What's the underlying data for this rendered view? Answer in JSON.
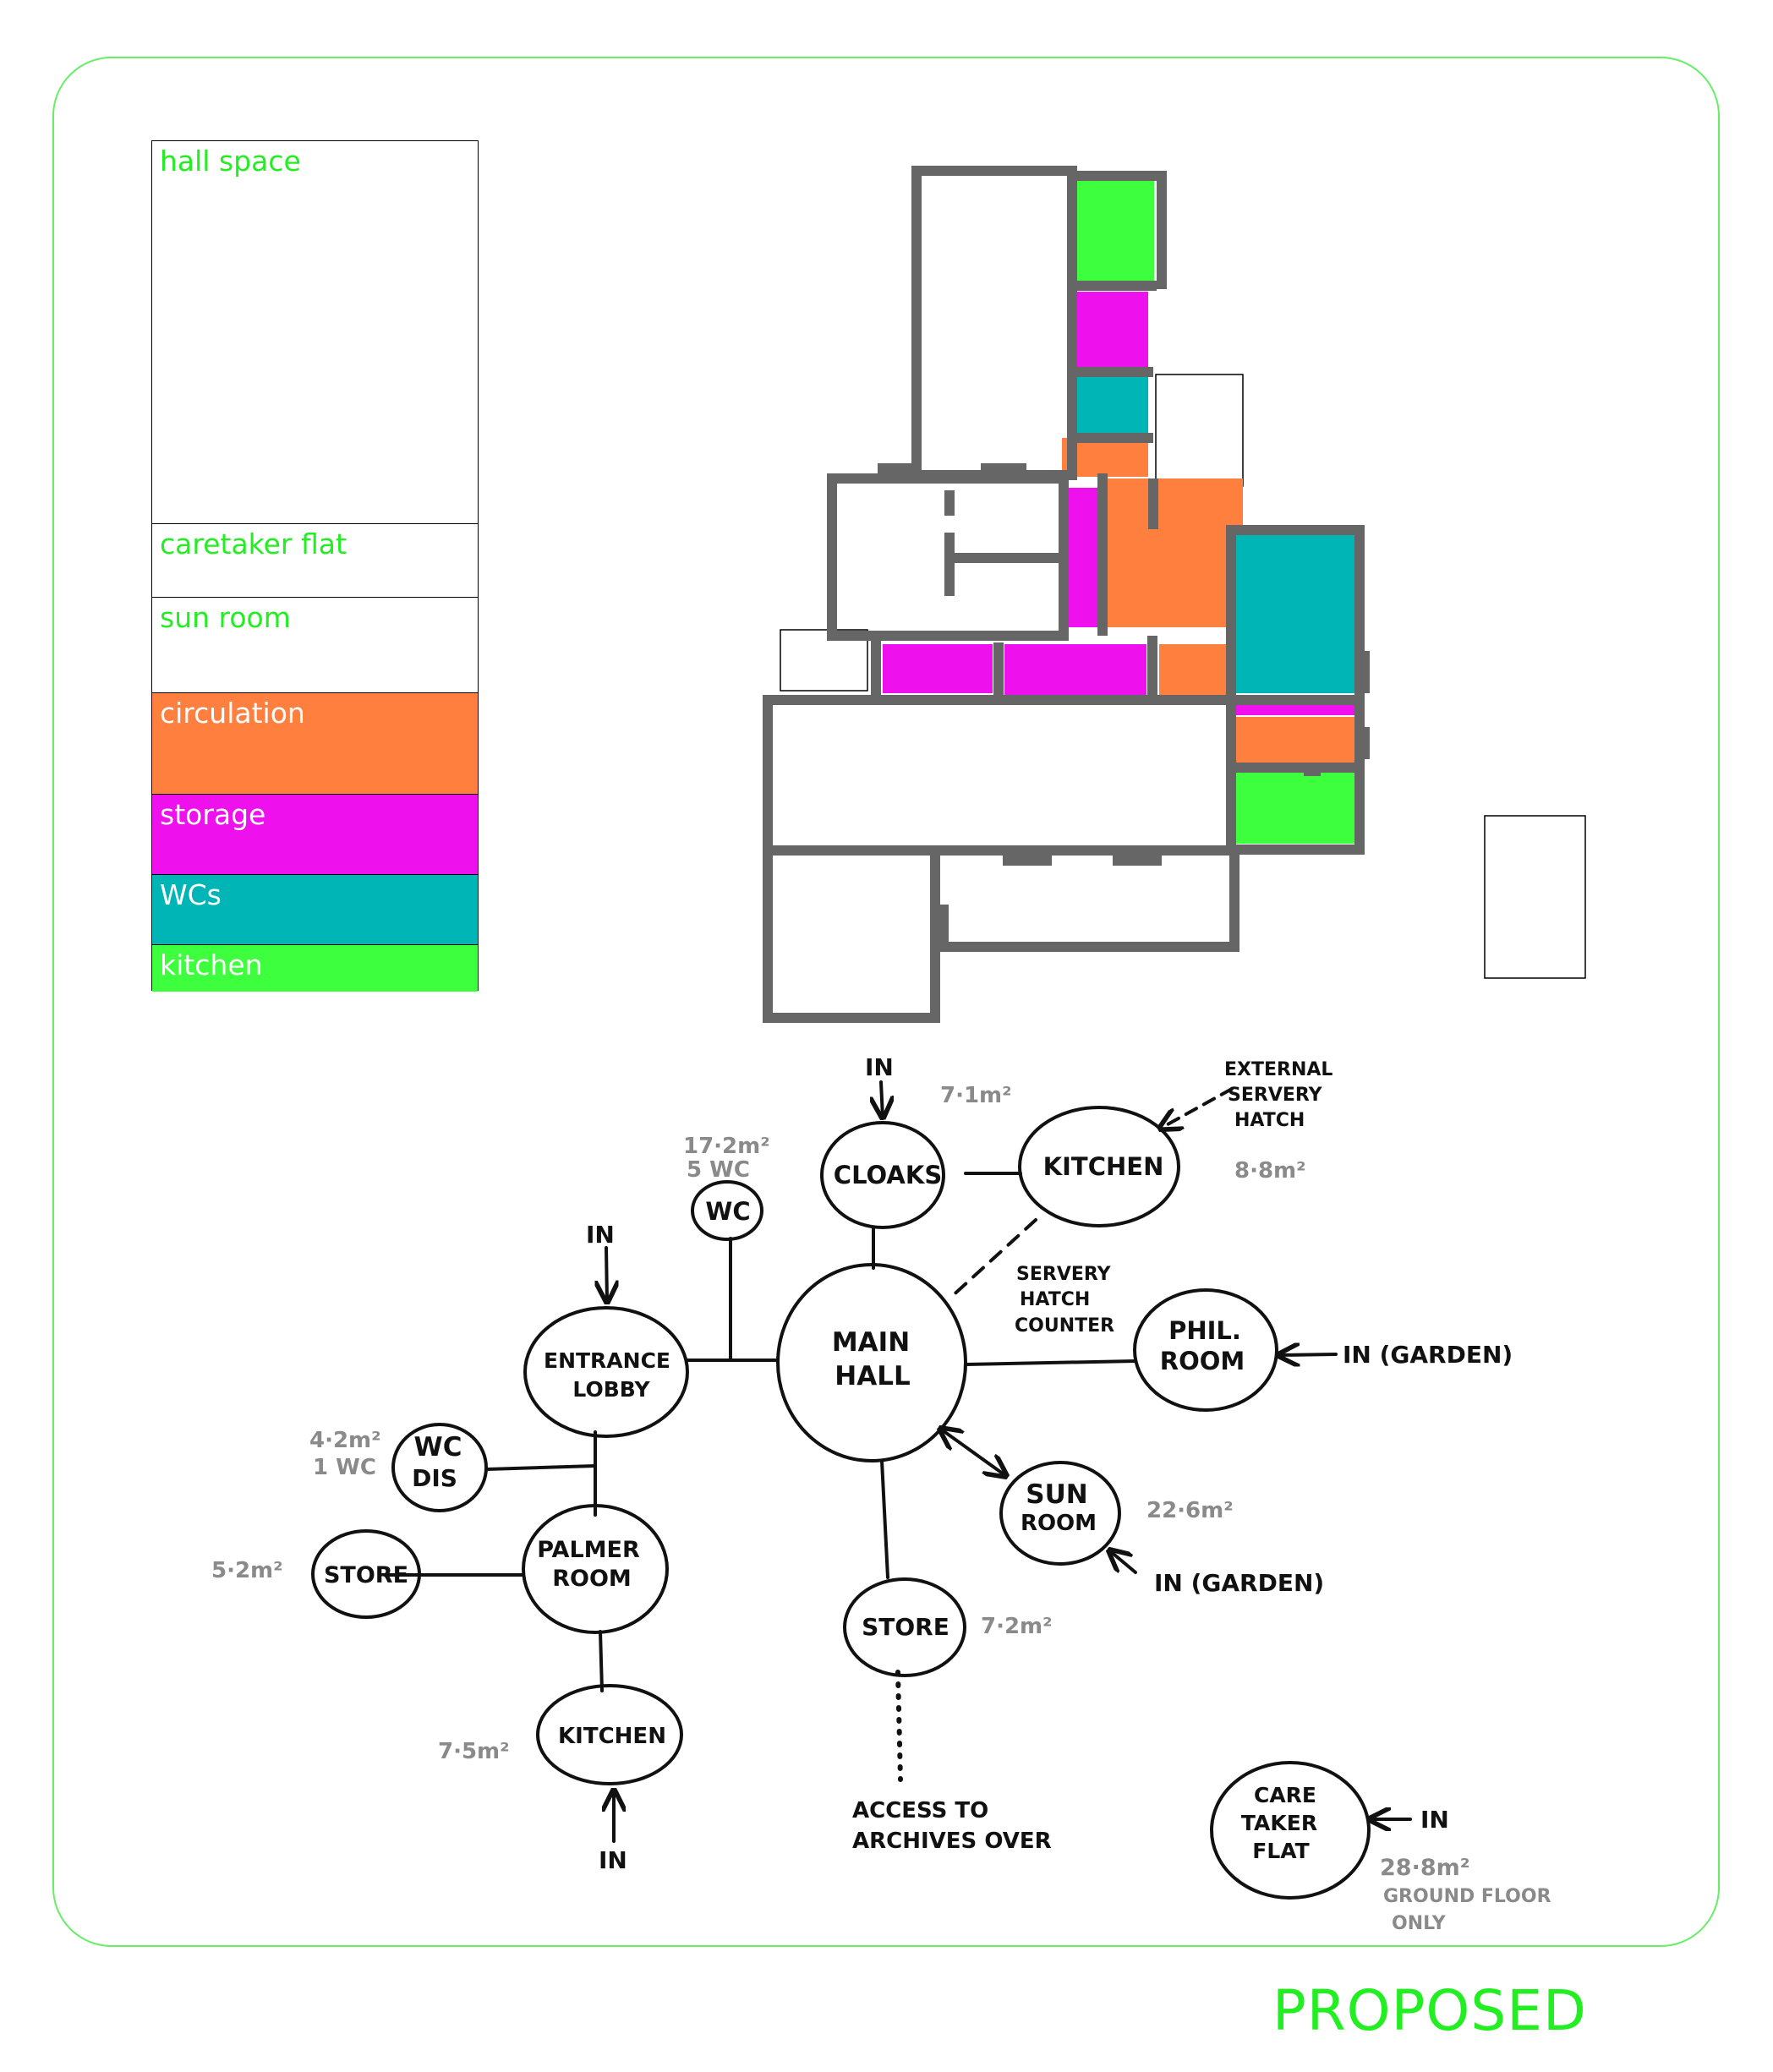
{
  "legend": {
    "items": [
      {
        "label": "hall space",
        "color": "#ffffff",
        "text_color": "#22ee22"
      },
      {
        "label": "caretaker flat",
        "color": "#ffffff",
        "text_color": "#22ee22"
      },
      {
        "label": "sun room",
        "color": "#ffffff",
        "text_color": "#22ee22"
      },
      {
        "label": "circulation",
        "color": "#ff7f3f",
        "text_color": "#ffffff"
      },
      {
        "label": "storage",
        "color": "#ee11ee",
        "text_color": "#ffffff"
      },
      {
        "label": "WCs",
        "color": "#00b5b5",
        "text_color": "#ffffff"
      },
      {
        "label": "kitchen",
        "color": "#3dff3d",
        "text_color": "#ffffff"
      }
    ]
  },
  "colors": {
    "frame": "#66ee66",
    "wall": "#666666",
    "circulation": "#ff7f3f",
    "storage": "#ee11ee",
    "wcs": "#00b5b5",
    "kitchen": "#3dff3d"
  },
  "bubbles": {
    "cloaks": {
      "label": [
        "CLOAKS"
      ],
      "area": "7·1m²",
      "in": "IN"
    },
    "kitchen_top": {
      "label": [
        "KITCHEN"
      ],
      "area": "8·8m²"
    },
    "external_hatch": [
      "EXTERNAL",
      "SERVERY",
      "HATCH"
    ],
    "wc_top": {
      "label": [
        "WC"
      ],
      "area": [
        "17·2m²",
        "5 WC"
      ]
    },
    "main_hall": {
      "label": [
        "MAIN",
        "HALL"
      ]
    },
    "servery_counter": [
      "SERVERY",
      "HATCH",
      "COUNTER"
    ],
    "entrance_lobby": {
      "label": [
        "ENTRANCE",
        "LOBBY"
      ],
      "in": "IN"
    },
    "phil_room": {
      "label": [
        "PHIL.",
        "ROOM"
      ],
      "in": "IN (GARDEN)"
    },
    "wc_dis": {
      "label": [
        "WC",
        "DIS"
      ],
      "area": [
        "4·2m²",
        "1 WC"
      ]
    },
    "sun_room": {
      "label": [
        "SUN",
        "ROOM"
      ],
      "area": "22·6m²",
      "in": "IN (GARDEN)"
    },
    "palmer_room": {
      "label": [
        "PALMER",
        "ROOM"
      ]
    },
    "store_left": {
      "label": [
        "STORE"
      ],
      "area": "5·2m²"
    },
    "store_mid": {
      "label": [
        "STORE"
      ],
      "area": "7·2m²"
    },
    "archives": [
      "ACCESS TO",
      "ARCHIVES OVER"
    ],
    "kitchen_bottom": {
      "label": [
        "KITCHEN"
      ],
      "area": "7·5m²",
      "in": "IN"
    },
    "caretaker_flat": {
      "label": [
        "CARE",
        "TAKER",
        "FLAT"
      ],
      "area": [
        "28·8m²",
        "GROUND FLOOR",
        "ONLY"
      ],
      "in": "IN"
    }
  },
  "footer": {
    "title": "PROPOSED"
  }
}
